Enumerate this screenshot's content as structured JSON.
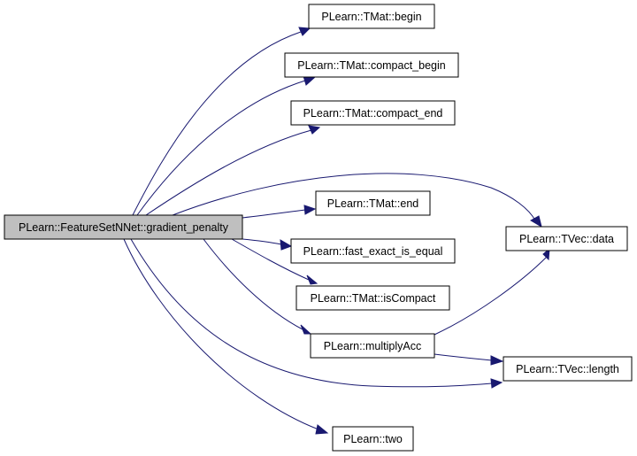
{
  "diagram": {
    "source": {
      "id": "src",
      "label": "PLearn::FeatureSetNNet::gradient_penalty",
      "fill": "#bfbfbf"
    },
    "nodes": [
      {
        "id": "n_begin",
        "label": "PLearn::TMat::begin"
      },
      {
        "id": "n_compact_begin",
        "label": "PLearn::TMat::compact_begin"
      },
      {
        "id": "n_compact_end",
        "label": "PLearn::TMat::compact_end"
      },
      {
        "id": "n_end",
        "label": "PLearn::TMat::end"
      },
      {
        "id": "n_fast_exact",
        "label": "PLearn::fast_exact_is_equal"
      },
      {
        "id": "n_iscompact",
        "label": "PLearn::TMat::isCompact"
      },
      {
        "id": "n_multiplyacc",
        "label": "PLearn::multiplyAcc"
      },
      {
        "id": "n_two",
        "label": "PLearn::two"
      },
      {
        "id": "n_data",
        "label": "PLearn::TVec::data"
      },
      {
        "id": "n_length",
        "label": "PLearn::TVec::length"
      }
    ],
    "edges": [
      {
        "from": "src",
        "to": "n_begin"
      },
      {
        "from": "src",
        "to": "n_compact_begin"
      },
      {
        "from": "src",
        "to": "n_compact_end"
      },
      {
        "from": "src",
        "to": "n_data"
      },
      {
        "from": "src",
        "to": "n_end"
      },
      {
        "from": "src",
        "to": "n_fast_exact"
      },
      {
        "from": "src",
        "to": "n_iscompact"
      },
      {
        "from": "src",
        "to": "n_multiplyacc"
      },
      {
        "from": "src",
        "to": "n_length"
      },
      {
        "from": "src",
        "to": "n_two"
      },
      {
        "from": "n_multiplyacc",
        "to": "n_data"
      },
      {
        "from": "n_multiplyacc",
        "to": "n_length"
      }
    ],
    "colors": {
      "edge": "#191970",
      "node_fill": "#ffffff",
      "node_border": "#000000"
    }
  }
}
